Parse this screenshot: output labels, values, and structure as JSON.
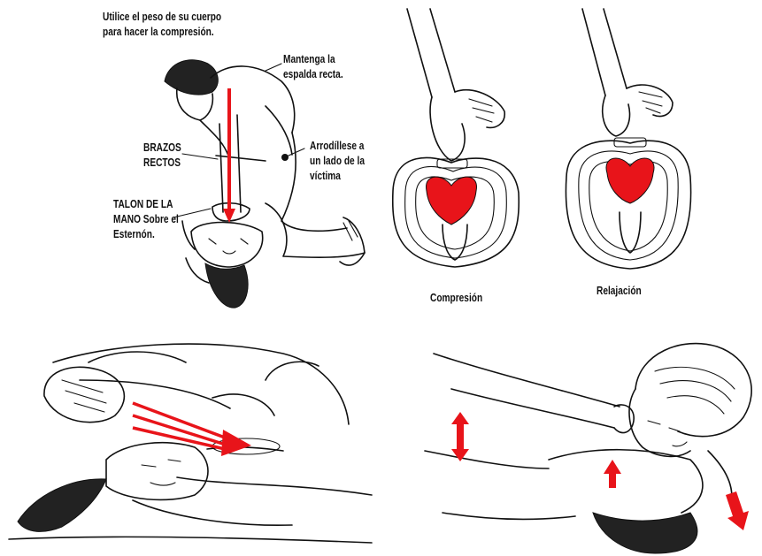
{
  "labels": {
    "use_weight": "Utilice el peso de su cuerpo",
    "use_weight_2": "para hacer la compresión.",
    "keep_back": "Mantenga la",
    "keep_back_2": "espalda recta.",
    "arms": "BRAZOS",
    "arms_2": "RECTOS",
    "kneel": "Arrodíllese a",
    "kneel_2": "un lado de la",
    "kneel_3": "víctima",
    "heel": "TALON DE LA",
    "heel_2": "MANO Sobre el",
    "heel_3": "Esternón.",
    "compression": "Compresión",
    "relaxation": "Relajación"
  },
  "colors": {
    "accent_red": "#e8141a",
    "ink": "#111111",
    "heart_red": "#e8141a"
  },
  "icons": {
    "down_arrow": "force-arrow-icon",
    "double_arrow": "up-down-arrow-icon"
  }
}
